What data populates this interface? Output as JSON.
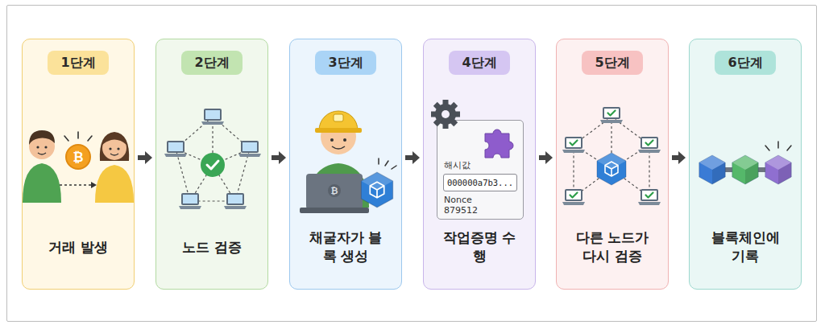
{
  "diagram": {
    "nodes": [
      {
        "text": [
          "거래 발생"
        ]
      },
      {
        "text": [
          "1단계"
        ],
        "in": 0
      },
      {
        "text": [
          "노드 검증"
        ]
      },
      {
        "text": [
          "2단계"
        ],
        "in": 2
      },
      {
        "text": [
          "채굴자가 블록 생성"
        ]
      },
      {
        "text": [
          "3단계"
        ],
        "in": 4
      },
      {
        "text": [
          "작업증명 수행"
        ]
      },
      {
        "text": [
          "4단계"
        ],
        "in": 6
      },
      {
        "text": [
          "해시값",
          "Nonce 879512"
        ],
        "in": 6
      },
      {
        "text": [
          "000000a7b3..."
        ],
        "in": 8
      },
      {
        "text": [
          "다른 노드가 다시 검증"
        ]
      },
      {
        "text": [
          "5단계"
        ],
        "in": 10
      },
      {
        "text": [
          "블록체인에 기록"
        ]
      },
      {
        "text": [
          "6단계"
        ],
        "in": 12
      }
    ],
    "edges": [
      {
        "from": 0,
        "to": 2,
        "arrow": "to"
      },
      {
        "from": 2,
        "to": 4,
        "arrow": "to"
      },
      {
        "from": 4,
        "to": 6,
        "arrow": "to"
      },
      {
        "from": 6,
        "to": 10,
        "arrow": "to"
      },
      {
        "from": 10,
        "to": 12,
        "arrow": "to"
      }
    ],
    "labels": [
      "₿",
      "₿"
    ]
  }
}
